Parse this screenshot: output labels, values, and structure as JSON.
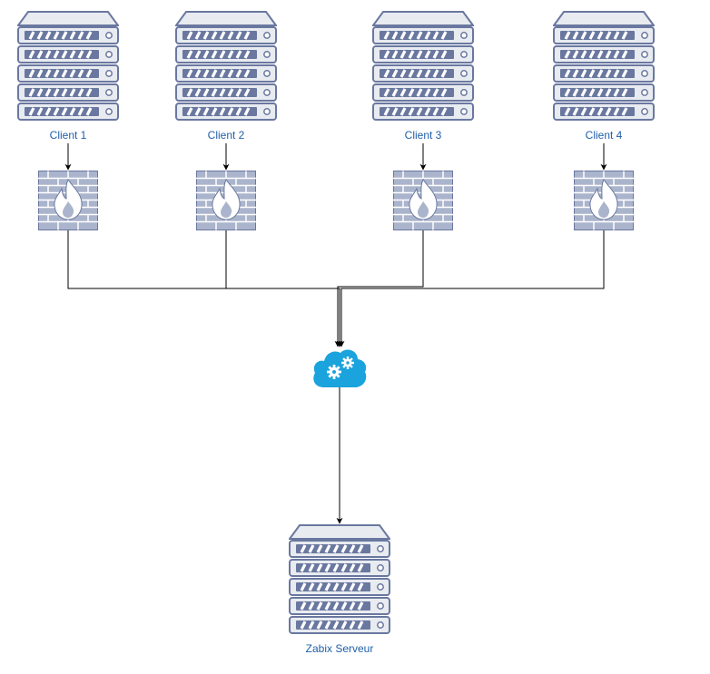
{
  "clients": [
    {
      "label": "Client 1"
    },
    {
      "label": "Client 2"
    },
    {
      "label": "Client 3"
    },
    {
      "label": "Client 4"
    }
  ],
  "server": {
    "label": "Zabix Serveur"
  },
  "icons": {
    "client": "server-rack-icon",
    "firewall": "firewall-icon",
    "cloud": "cloud-gears-icon",
    "server": "server-rack-icon"
  },
  "colors": {
    "label_text": "#1f5fa8",
    "server_fill": "#e8ebf0",
    "server_stroke": "#6a78a0",
    "firewall_fill": "#aab4cc",
    "cloud_fill": "#1aa3dc",
    "edge": "#000000"
  }
}
